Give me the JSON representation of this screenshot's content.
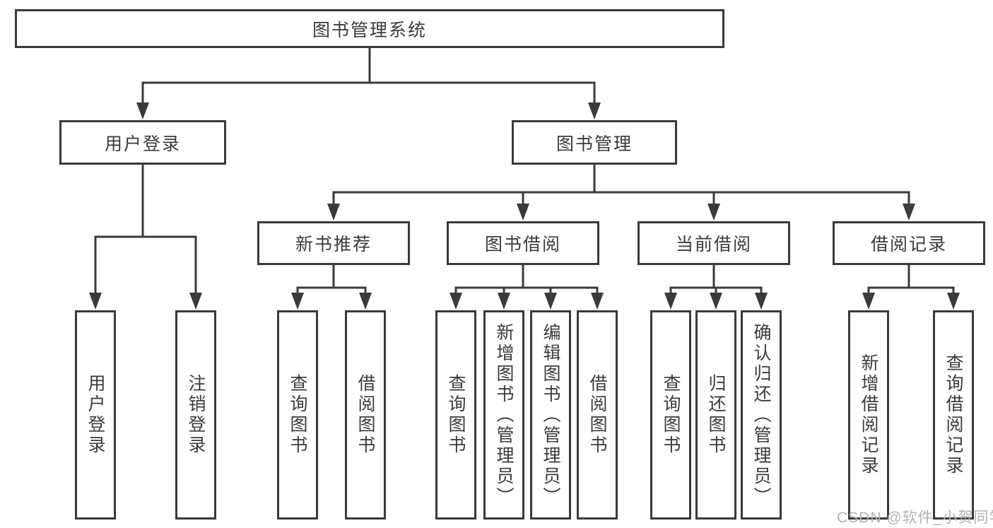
{
  "nodes": {
    "root": "图书管理系统",
    "user_login": "用户登录",
    "book_mgmt": "图书管理",
    "new_book_rec": "新书推荐",
    "book_borrow": "图书借阅",
    "current_borrow": "当前借阅",
    "borrow_records": "借阅记录",
    "leaf_user_login": "用户登录",
    "leaf_logout": "注销登录",
    "leaf_query_book_1": "查询图书",
    "leaf_borrow_book_1": "借阅图书",
    "leaf_query_book_2": "查询图书",
    "leaf_add_book": "新增图书（管理员）",
    "leaf_edit_book": "编辑图书（管理员）",
    "leaf_borrow_book_2": "借阅图书",
    "leaf_query_book_3": "查询图书",
    "leaf_return_book": "归还图书",
    "leaf_confirm_return": "确认归还（管理员）",
    "leaf_add_record": "新增借阅记录",
    "leaf_query_record": "查询借阅记录"
  },
  "hierarchy": {
    "root": [
      "user_login",
      "book_mgmt"
    ],
    "user_login": [
      "leaf_user_login",
      "leaf_logout"
    ],
    "book_mgmt": [
      "new_book_rec",
      "book_borrow",
      "current_borrow",
      "borrow_records"
    ],
    "new_book_rec": [
      "leaf_query_book_1",
      "leaf_borrow_book_1"
    ],
    "book_borrow": [
      "leaf_query_book_2",
      "leaf_add_book",
      "leaf_edit_book",
      "leaf_borrow_book_2"
    ],
    "current_borrow": [
      "leaf_query_book_3",
      "leaf_return_book",
      "leaf_confirm_return"
    ],
    "borrow_records": [
      "leaf_add_record",
      "leaf_query_record"
    ]
  },
  "watermark": "CSDN @软件_小贺同学",
  "colors": {
    "line": "#3a3a3a",
    "text": "#3b3b3b",
    "watermark": "#b3b3b3",
    "background": "#ffffff"
  }
}
